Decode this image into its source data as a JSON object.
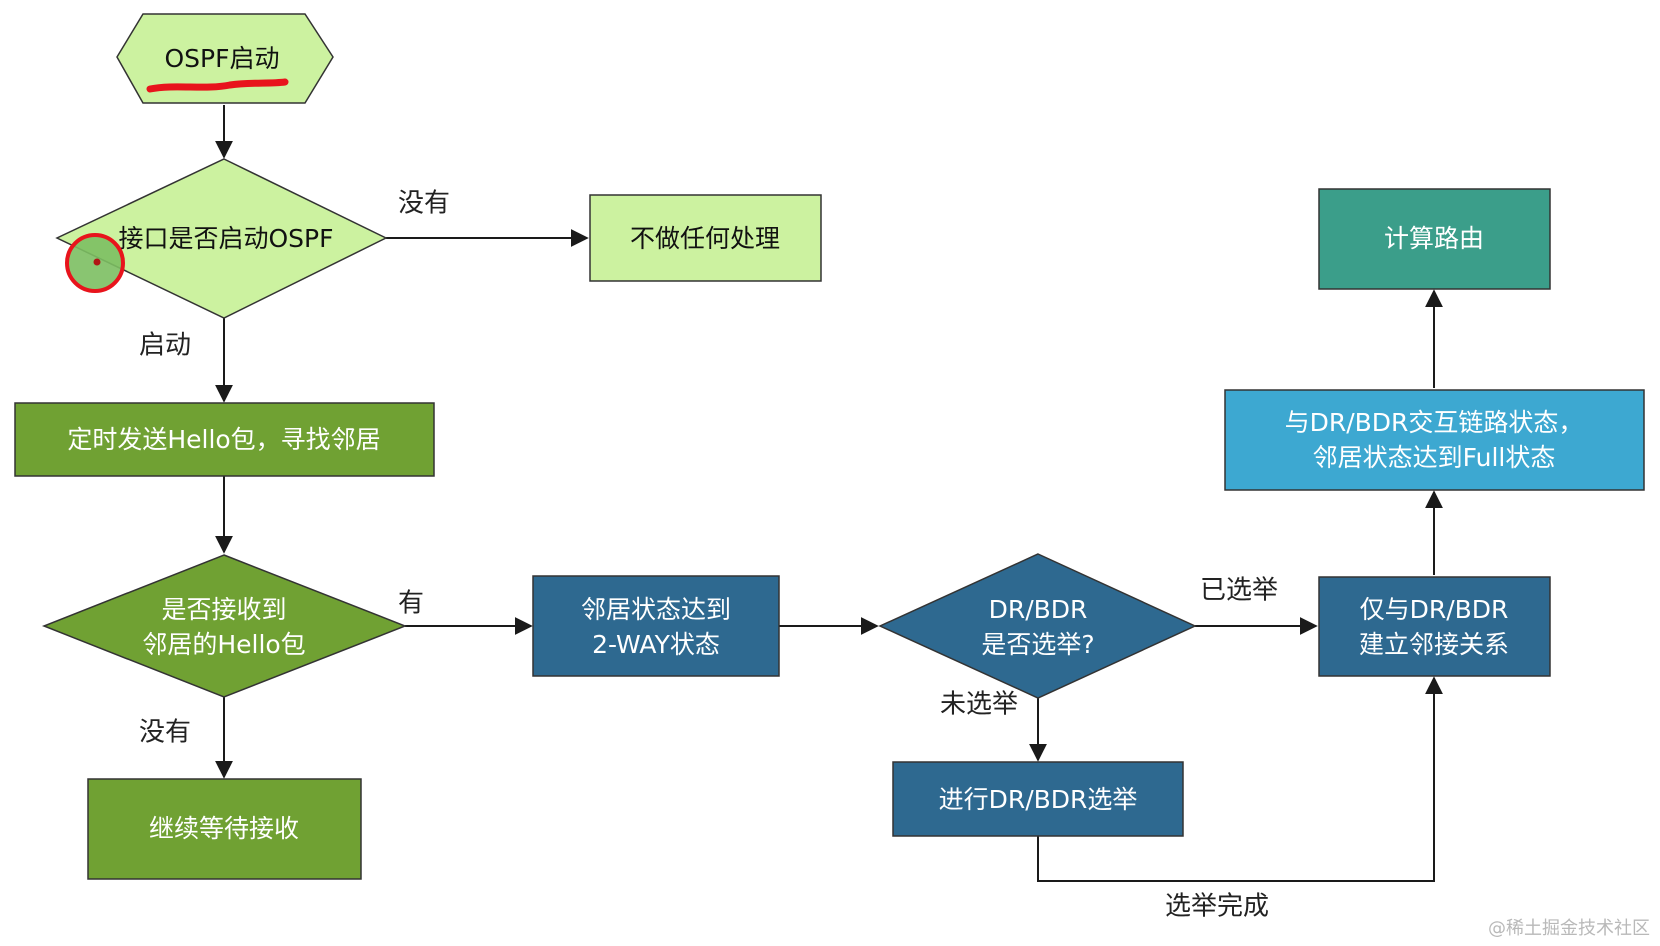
{
  "nodes": {
    "ospf_start": "OSPF启动",
    "interface_check": "接口是否启动OSPF",
    "no_action": "不做任何处理",
    "send_hello": "定时发送Hello包，寻找邻居",
    "receive_hello_1": "是否接收到",
    "receive_hello_2": "邻居的Hello包",
    "continue_wait": "继续等待接收",
    "two_way_1": "邻居状态达到",
    "two_way_2": "2-WAY状态",
    "dr_check_1": "DR/BDR",
    "dr_check_2": "是否选举?",
    "dr_election": "进行DR/BDR选举",
    "adjacency_1": "仅与DR/BDR",
    "adjacency_2": "建立邻接关系",
    "full_state_1": "与DR/BDR交互链路状态，",
    "full_state_2": "邻居状态达到Full状态",
    "calc_route": "计算路由"
  },
  "edge_labels": {
    "not_enabled": "没有",
    "enabled": "启动",
    "received": "有",
    "not_received": "没有",
    "elected": "已选举",
    "not_elected": "未选举",
    "election_done": "选举完成"
  },
  "watermark": "@稀土掘金技术社区",
  "colors": {
    "light_green": "#ccf2a0",
    "green": "#70a133",
    "dark_blue": "#2e6990",
    "light_blue": "#3da8d1",
    "teal": "#3b9e8a",
    "line": "#1a1a1a",
    "annotation_red": "#e8141c"
  }
}
